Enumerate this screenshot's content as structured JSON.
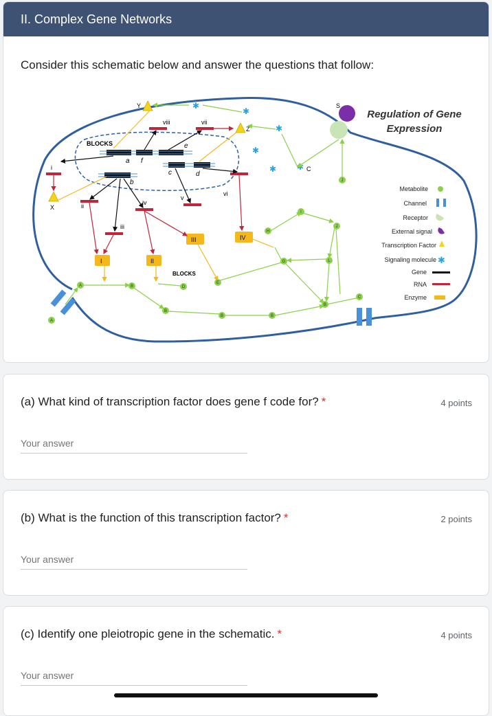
{
  "section": {
    "title": "II. Complex Gene Networks",
    "description": "Consider this schematic below and answer the questions that follow:"
  },
  "diagram": {
    "heading_line1": "Regulation of Gene",
    "heading_line2": "Expression",
    "legend": [
      {
        "label": "Metabolite",
        "icon": "metabolite-dot-icon",
        "color": "#8bd14a"
      },
      {
        "label": "Channel",
        "icon": "channel-bars-icon",
        "color": "#4a90d9"
      },
      {
        "label": "Receptor",
        "icon": "receptor-icon",
        "color": "#c9e5b8"
      },
      {
        "label": "External signal",
        "icon": "external-signal-icon",
        "color": "#7b2ea8"
      },
      {
        "label": "Transcription Factor",
        "icon": "transcription-factor-triangle-icon",
        "color": "#f5d31a"
      },
      {
        "label": "Signaling molecule",
        "icon": "signaling-star-icon",
        "color": "#29a3e0"
      },
      {
        "label": "Gene",
        "icon": "gene-bar-icon",
        "color": "#000000"
      },
      {
        "label": "RNA",
        "icon": "rna-bar-icon",
        "color": "#c0253a"
      },
      {
        "label": "Enzyme",
        "icon": "enzyme-box-icon",
        "color": "#f5b81c"
      }
    ],
    "blocks_label": "BLOCKS",
    "blocks_label_2": "BLOCKS",
    "genes": {
      "a": "a",
      "b": "b",
      "c": "c",
      "d": "d",
      "e": "e",
      "f": "f"
    },
    "rnas": {
      "i": "i",
      "ii": "ii",
      "iii": "iii",
      "iv": "iv",
      "v": "v",
      "vi": "vi",
      "vii": "vii",
      "viii": "viii"
    },
    "enzymes": {
      "I": "I",
      "II": "II",
      "III": "III",
      "IV": "IV"
    },
    "tfs": {
      "X": "X",
      "Y": "Y",
      "Z": "Z"
    },
    "metabolites": {
      "A": "A",
      "B": "B",
      "C": "C",
      "D": "D",
      "E": "E",
      "G": "G",
      "H": "H",
      "I": "I",
      "J": "J",
      "L": "L"
    },
    "signal": {
      "S": "S",
      "C": "C"
    }
  },
  "questions": [
    {
      "title": "(a) What kind of transcription factor does gene f code for?",
      "required": "*",
      "points": "4 points",
      "placeholder": "Your answer"
    },
    {
      "title": "(b) What is the function of this transcription factor?",
      "required": "*",
      "points": "2 points",
      "placeholder": "Your answer"
    },
    {
      "title": "(c) Identify one pleiotropic gene in the schematic.",
      "required": "*",
      "points": "4 points",
      "placeholder": "Your answer"
    }
  ]
}
